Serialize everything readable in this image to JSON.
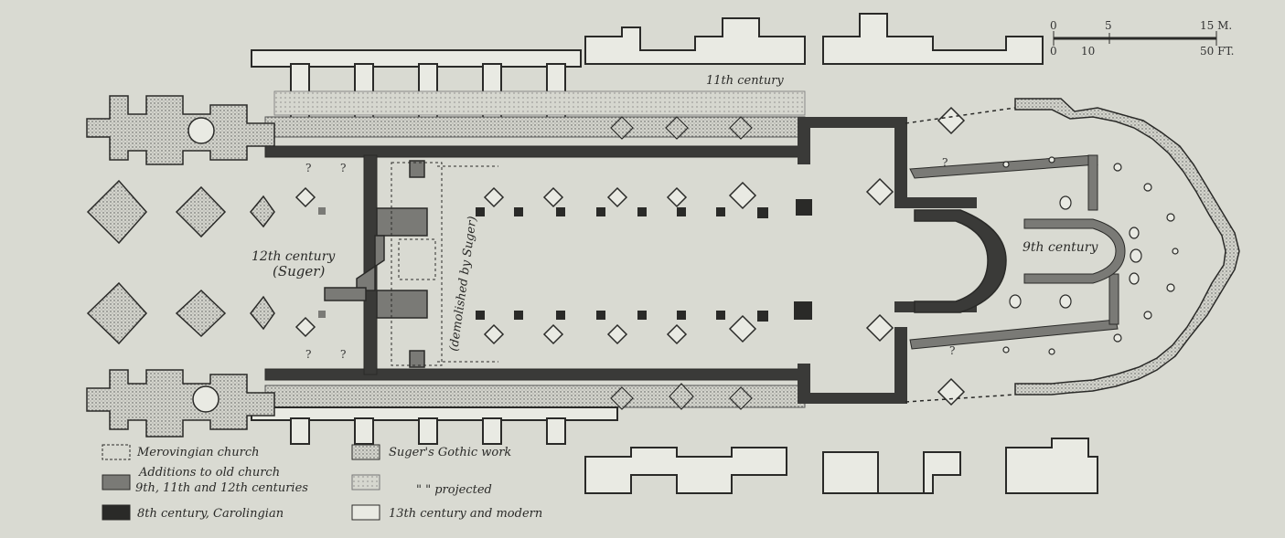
{
  "labels": {
    "eleventh": "11th century",
    "twelfth_line1": "12th century",
    "twelfth_line2": "(Suger)",
    "demolished": "(demolished by Suger)",
    "ninth": "9th century",
    "question": "?"
  },
  "scale": {
    "meters": [
      "0",
      "5",
      "15 M."
    ],
    "feet": [
      "0",
      "10",
      "50 FT."
    ]
  },
  "legend": [
    {
      "text": "Merovingian church",
      "style": "merovingian"
    },
    {
      "text": "Suger's Gothic work",
      "style": "suger"
    },
    {
      "text": "Additions to old church",
      "text2": "9th, 11th and 12th centuries",
      "style": "additions"
    },
    {
      "text": "\"          \"   projected",
      "style": "projected"
    },
    {
      "text": "8th century, Carolingian",
      "style": "carolingian"
    },
    {
      "text": "13th century and modern",
      "style": "modern"
    }
  ],
  "colors": {
    "paper": "#d9dad2",
    "ink": "#2a2a28",
    "dark": "#3a3a38",
    "medium": "#7a7a76",
    "stipple": "#b7b8b0",
    "light": "#e9eae3"
  }
}
